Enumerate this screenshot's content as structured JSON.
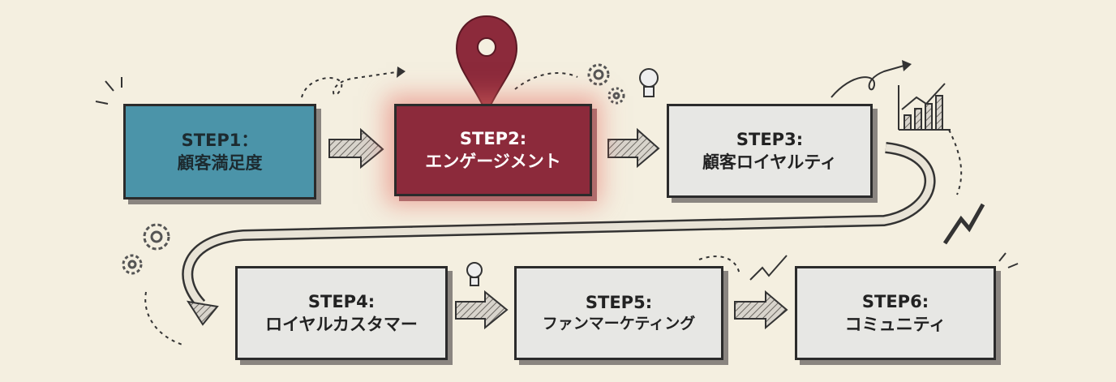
{
  "steps": [
    {
      "label": "STEP1：",
      "title": "顧客満足度"
    },
    {
      "label": "STEP2:",
      "title": "エンゲージメント"
    },
    {
      "label": "STEP3:",
      "title": "顧客ロイヤルティ"
    },
    {
      "label": "STEP4:",
      "title": "ロイヤルカスタマー"
    },
    {
      "label": "STEP5:",
      "title": "ファンマーケティング"
    },
    {
      "label": "STEP6:",
      "title": "コミュニティ"
    }
  ],
  "colors": {
    "background": "#f4efe0",
    "step1": "#4b94a9",
    "step2": "#8c2a3b",
    "other": "#e7e7e4",
    "pin": "#8c2a3b"
  }
}
